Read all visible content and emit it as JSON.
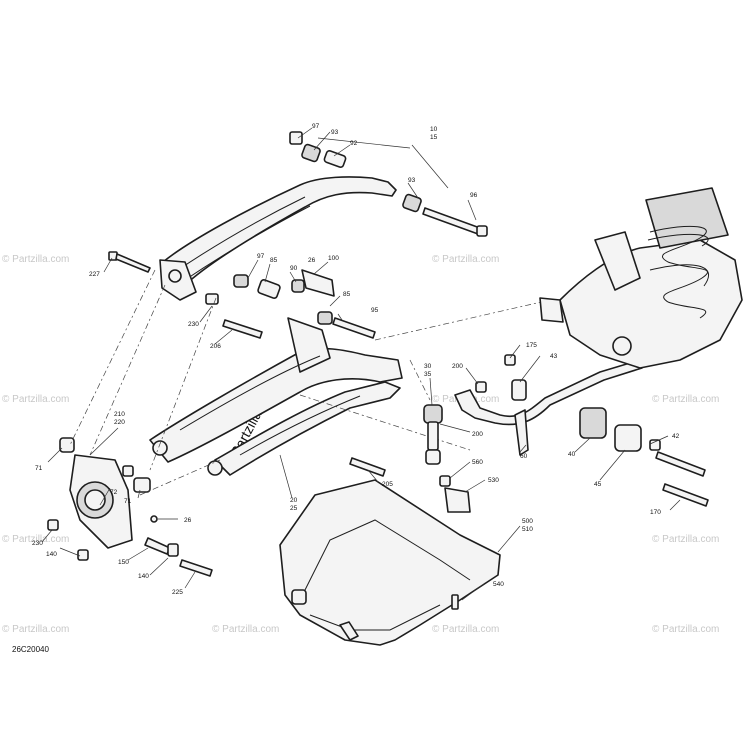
{
  "diagram": {
    "code": "26C20040",
    "watermark": "© Partzilla.com",
    "callouts": {
      "c97a": "97",
      "c93a": "93",
      "c92": "92",
      "c10_15": "10\n15",
      "c93b": "93",
      "c96": "96",
      "c227": "227",
      "c97b": "97",
      "c85a": "85",
      "c90": "90",
      "c26a": "26",
      "c100": "100",
      "c85b": "85",
      "c95": "95",
      "c230a": "230",
      "c206": "206",
      "c210_220": "210\n220",
      "c71a": "71",
      "c72": "72",
      "c71b": "71",
      "c230b": "230",
      "c140a": "140",
      "c26b": "26",
      "c150": "150",
      "c140b": "140",
      "c225": "225",
      "c20_25": "20\n25",
      "c30_35": "30\n35",
      "c200a": "200",
      "c175": "175",
      "c43": "43",
      "c200b": "200",
      "c60": "60",
      "c40": "40",
      "c42": "42",
      "c45": "45",
      "c170": "170",
      "c205": "205",
      "c560": "560",
      "c530": "530",
      "c500_510": "500\n510",
      "c540": "540"
    }
  }
}
